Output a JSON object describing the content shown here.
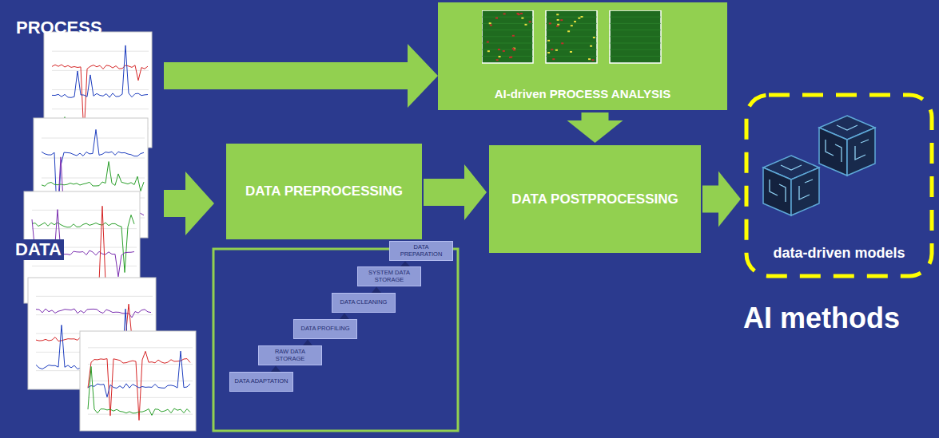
{
  "diagram": {
    "nodes": [
      {
        "text": [
          "AI-driven PROCESS ANALYSIS"
        ]
      },
      {
        "text": [
          "DATA PREPROCESSING"
        ]
      },
      {
        "text": [
          "DATA ADAPTATION"
        ]
      },
      {
        "text": [
          "RAW DATA STORAGE"
        ]
      },
      {
        "text": [
          "DATA PROFILING"
        ]
      },
      {
        "text": [
          "DATA CLEANING"
        ]
      },
      {
        "text": [
          "SYSTEM DATA STORAGE"
        ]
      },
      {
        "text": [
          "DATA PREPARATION"
        ]
      },
      {
        "text": [
          "DATA POSTPROCESSING"
        ]
      },
      {
        "text": [
          "data-driven models"
        ]
      }
    ],
    "edges": [
      {
        "from": 0,
        "to": 8,
        "arrow": "to"
      },
      {
        "from": 1,
        "to": 8,
        "arrow": "to"
      },
      {
        "from": 8,
        "to": 9,
        "arrow": "to"
      },
      {
        "from": 2,
        "to": 3,
        "arrow": "to"
      },
      {
        "from": 3,
        "to": 4,
        "arrow": "to"
      },
      {
        "from": 4,
        "to": 5,
        "arrow": "to"
      },
      {
        "from": 5,
        "to": 6,
        "arrow": "to"
      },
      {
        "from": 6,
        "to": 7,
        "arrow": "to"
      }
    ],
    "labels": [
      "PROCESS",
      "DATA",
      "AI methods"
    ]
  }
}
